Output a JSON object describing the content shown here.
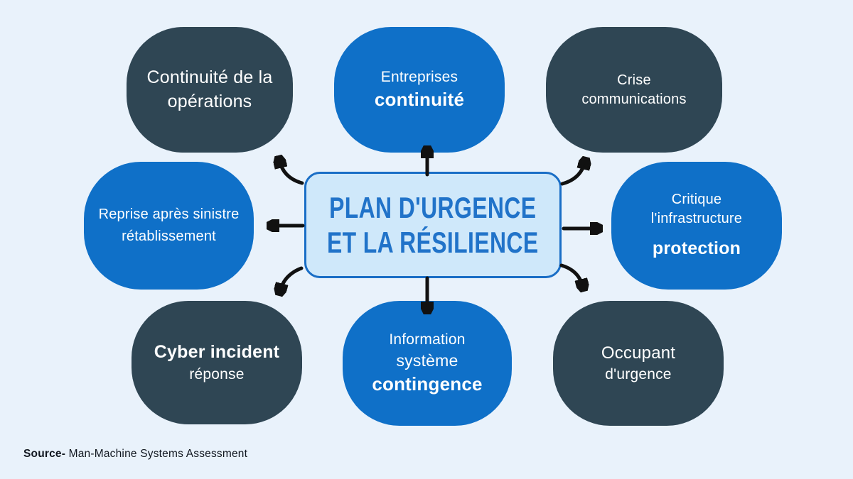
{
  "title": {
    "line1": "PLAN D'URGENCE",
    "line2": "ET LA RÉSILIENCE"
  },
  "bubbles": {
    "top_left": {
      "lines": [
        "Continuité de la",
        "opérations"
      ]
    },
    "top_center": {
      "lines": [
        "Entreprises",
        "continuité"
      ]
    },
    "top_right": {
      "lines": [
        "Crise",
        "communications"
      ]
    },
    "mid_left": {
      "lines": [
        "Reprise après sinistre",
        "rétablissement"
      ]
    },
    "mid_right": {
      "lines": [
        "Critique",
        "l'infrastructure",
        "protection"
      ]
    },
    "bottom_left": {
      "lines": [
        "Cyber incident",
        "réponse"
      ]
    },
    "bottom_center": {
      "lines": [
        "Information",
        "système",
        "contingence"
      ]
    },
    "bottom_right": {
      "lines": [
        "Occupant",
        "d'urgence"
      ]
    }
  },
  "arrows": [
    "arrow-up",
    "arrow-down",
    "arrow-left",
    "arrow-right",
    "arrow-top-left",
    "arrow-top-right",
    "arrow-bottom-left",
    "arrow-bottom-right"
  ],
  "colors": {
    "background": "#e9f2fb",
    "dark_bubble": "#2f4654",
    "blue_bubble": "#0f70c8",
    "center_fill": "#cfe8fa",
    "center_border": "#1a6ec6",
    "center_text": "#2173c9",
    "bubble_text": "#ffffff",
    "arrow": "#111111",
    "source_text": "#10161f"
  },
  "source": {
    "label": "Source-",
    "text": " Man-Machine Systems Assessment"
  }
}
